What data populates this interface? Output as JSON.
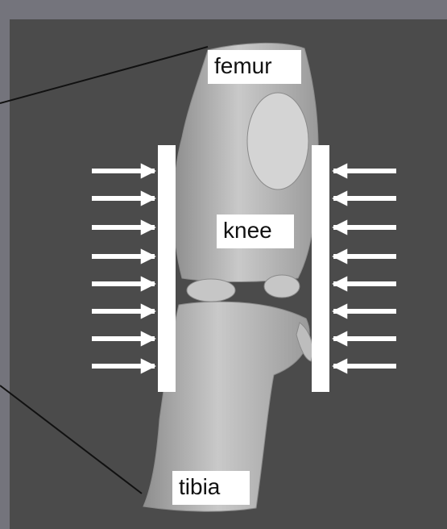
{
  "labels": {
    "femur": "femur",
    "knee": "knee",
    "tibia": "tibia"
  },
  "colors": {
    "background_frame": "#74747c",
    "background_panel": "#4b4b4b",
    "bone": "#bdbdbd",
    "plates_and_arrows": "#ffffff",
    "leader_lines": "#111111"
  },
  "arrow_count_per_side": 8
}
